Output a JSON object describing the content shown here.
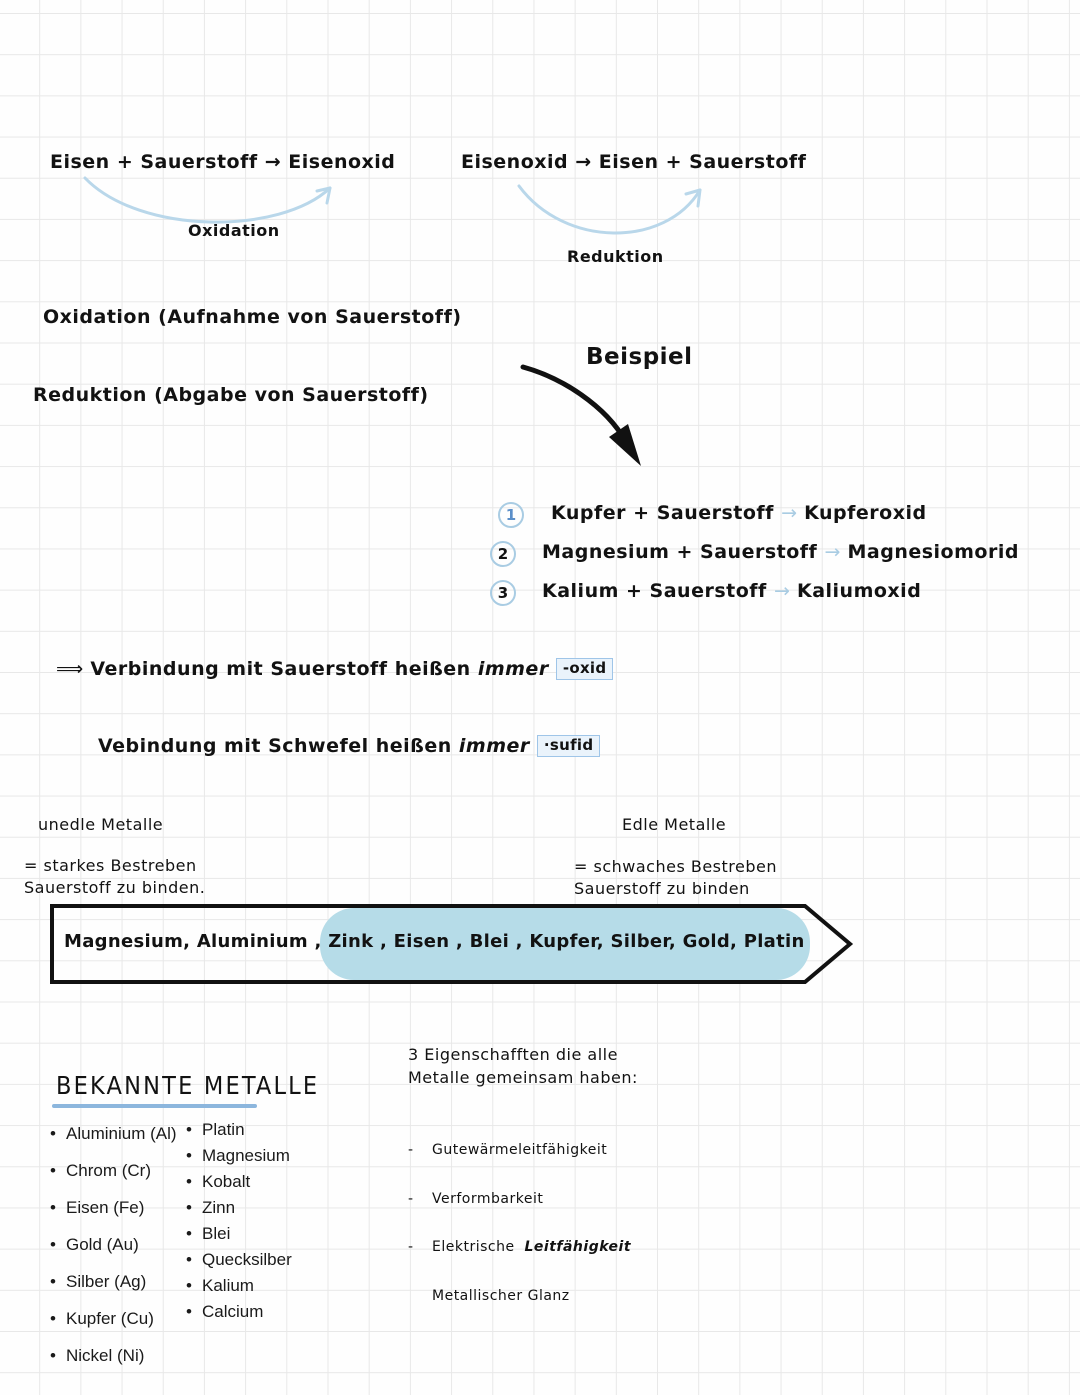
{
  "document": {
    "type": "handwritten-chemistry-notes",
    "language": "de",
    "paper": "grid"
  },
  "equations": {
    "left": {
      "reactant_1": "Eisen",
      "plus": "+",
      "reactant_2": "Sauerstoff",
      "arrow": "→",
      "product": "Eisenoxid",
      "full": "Eisen + Sauerstoff → Eisenoxid",
      "curve_label": "Oxidation"
    },
    "right": {
      "reactant_1": "Eisenoxid",
      "arrow": "→",
      "product_1": "Eisen",
      "plus": "+",
      "product_2": "Sauerstoff",
      "full": "Eisenoxid → Eisen + Sauerstoff",
      "curve_label": "Reduktion"
    }
  },
  "definitions": [
    {
      "term": "Oxidation",
      "explanation": "(Aufnahme von Sauerstoff)",
      "full": "Oxidation  (Aufnahme  von  Sauerstoff)"
    },
    {
      "term": "Reduktion",
      "explanation": "(Abgabe von Sauerstoff)",
      "full": "Reduktion  (Abgabe  von  Sauerstoff)"
    }
  ],
  "beispiel": {
    "title": "Beispiel",
    "arrow_icon": "curved-arrow-down",
    "items": [
      {
        "number": "1",
        "reactants": "Kupfer  +   Sauerstoff",
        "arrow": "→",
        "product": "Kupferoxid",
        "full": "Kupfer + Sauerstoff → Kupferoxid"
      },
      {
        "number": "2",
        "reactants": "Magnesium +  Sauerstoff",
        "arrow": "→",
        "product": "Magnesiomorid",
        "full": "Magnesium + Sauerstoff → Magnesiomorid"
      },
      {
        "number": "3",
        "reactants": "Kalium  +   Sauerstoff",
        "arrow": "→",
        "product": "Kaliumoxid",
        "full": "Kalium + Sauerstoff → Kaliumoxid"
      }
    ]
  },
  "conclusions": [
    {
      "lead": "⟹",
      "text_before": "Verbindung   mit    Sauerstoff   heißen",
      "emphasis": "immer",
      "tag": "-oxid",
      "full": "⟹ Verbindung mit Sauerstoff heißen immer -oxid"
    },
    {
      "lead": "",
      "text_before": "Vebindung  mit   Schwefel    heißen",
      "emphasis": "immer",
      "tag": "·sufid",
      "full": "Vebindung mit Schwefel heißen immer ·sufid"
    }
  ],
  "metal_classes": {
    "unedle": {
      "title": "unedle  Metalle",
      "description_line_1": "= starkes  Bestreben",
      "description_line_2": "Sauerstoff  zu binden."
    },
    "edle": {
      "title": "Edle  Metalle",
      "description_line_1": "= schwaches  Bestreben",
      "description_line_2": "Sauerstoff   zu  binden"
    }
  },
  "metal_series": {
    "text": "Magnesium, Aluminium , Zink ,  Eisen ,   Blei , Kupfer, Silber, Gold, Platin",
    "metals": [
      "Magnesium",
      "Aluminium",
      "Zink",
      "Eisen",
      "Blei",
      "Kupfer",
      "Silber",
      "Gold",
      "Platin"
    ],
    "highlight_color": "#b6dce8",
    "shape": "right-pointing-arrow-banner"
  },
  "bekannte_metalle": {
    "title": "BEKANNTE  METALLE",
    "underline_color": "#8cb6dd",
    "column_1": [
      "Aluminium (Al)",
      "Chrom (Cr)",
      "Eisen (Fe)",
      "Gold (Au)",
      "Silber (Ag)",
      "Kupfer (Cu)",
      "Nickel (Ni)"
    ],
    "column_2": [
      "Platin",
      "Magnesium",
      "Kobalt",
      "Zinn",
      "Blei",
      "Quecksilber",
      "Kalium",
      "Calcium"
    ]
  },
  "eigenschaften": {
    "heading_line_1": "3 Eigenschafften  die  alle",
    "heading_line_2": "Metalle  gemeinsam  haben:",
    "items": [
      {
        "dash": "-",
        "text": "Gutewärmeleitfähigkeit"
      },
      {
        "dash": "-",
        "text": "Verformbarkeit"
      },
      {
        "dash": "-",
        "text_plain": "Elektrische",
        "text_cursive": "Leitfähigkeit"
      },
      {
        "dash": "",
        "text": "Metallischer  Glanz"
      }
    ]
  },
  "colors": {
    "ink": "#121212",
    "blue_accent": "#a9cce3",
    "highlight": "#b6dce8",
    "grid_line": "#e8e8e8",
    "tag_border": "#9fc5e8",
    "tag_fill": "#eaf3fb"
  }
}
